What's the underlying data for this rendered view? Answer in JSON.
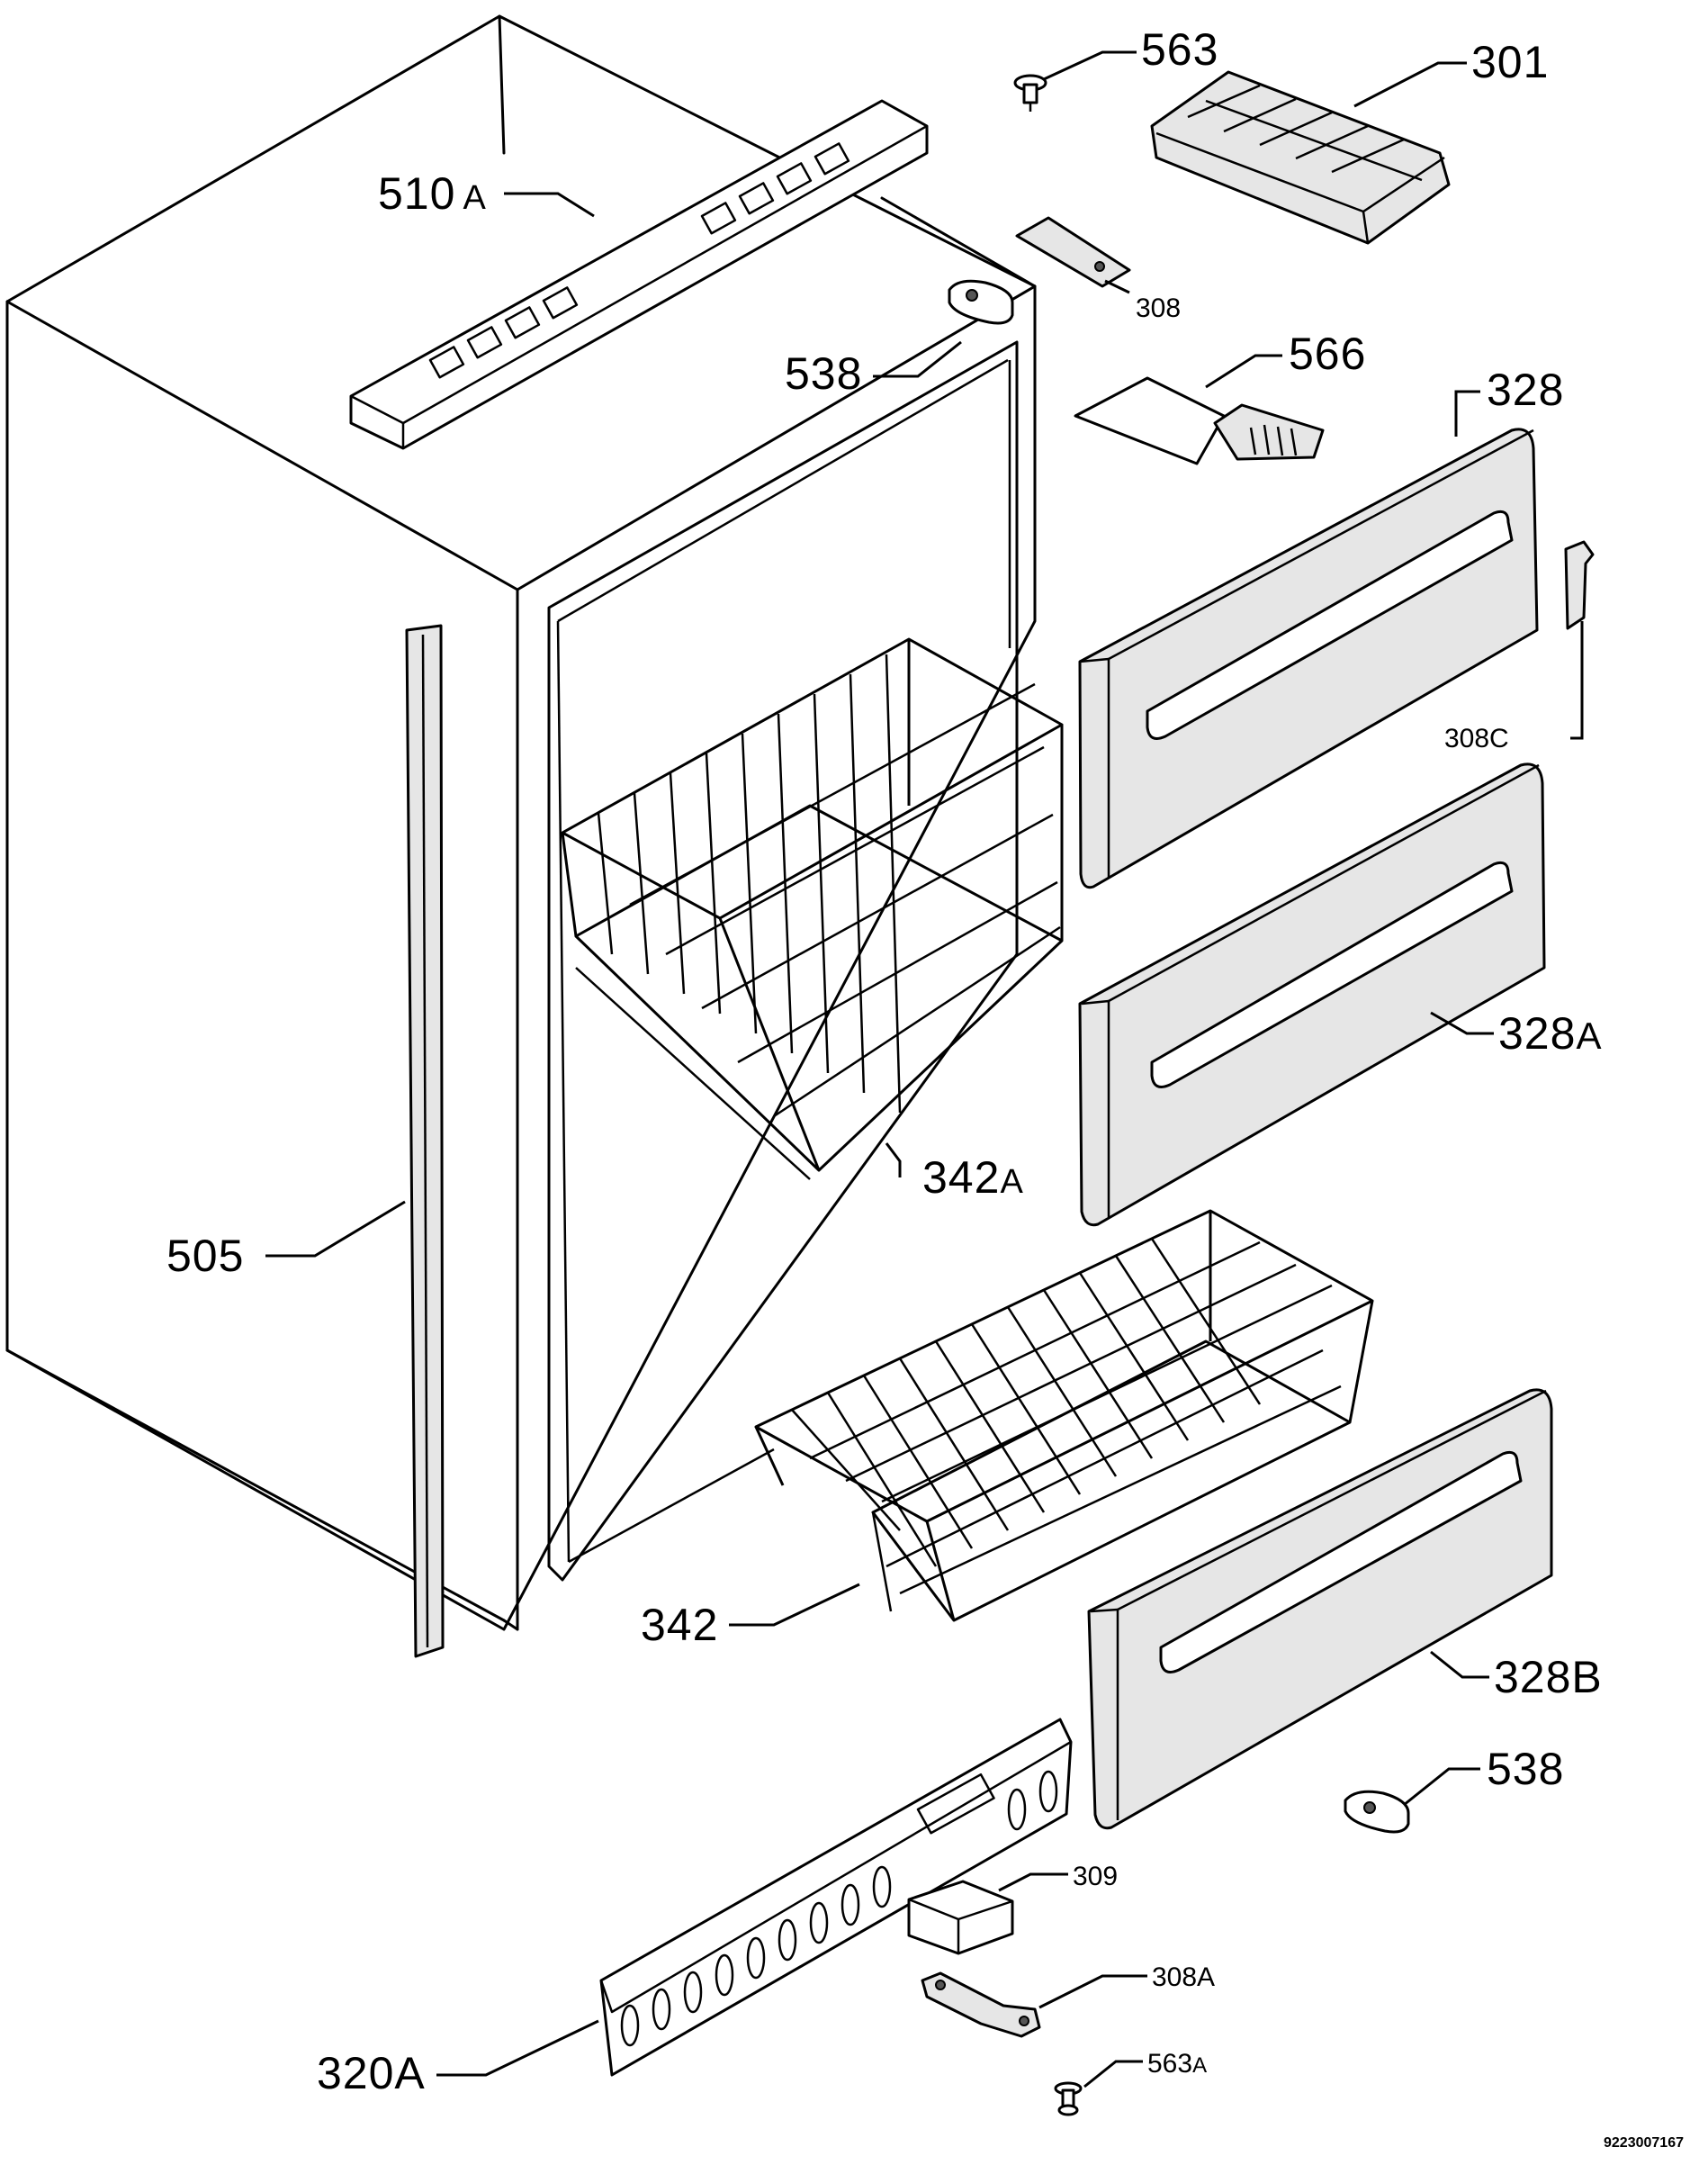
{
  "diagram": {
    "drawing_number": "9223007167",
    "parts": [
      {
        "id": "p563",
        "name": "screw-563",
        "label": "563"
      },
      {
        "id": "p301",
        "name": "ice-cube-tray-301",
        "label": "301"
      },
      {
        "id": "p510A",
        "name": "control-panel-510a",
        "label": "510",
        "suffix": "A"
      },
      {
        "id": "p308",
        "name": "hinge-plate-308",
        "label": "308"
      },
      {
        "id": "p538top",
        "name": "hinge-bushing-538-top",
        "label": "538"
      },
      {
        "id": "p566",
        "name": "ice-scraper-566",
        "label": "566"
      },
      {
        "id": "p328",
        "name": "drawer-front-328",
        "label": "328"
      },
      {
        "id": "p308C",
        "name": "door-hinge-308c",
        "label": "308C"
      },
      {
        "id": "p328A",
        "name": "drawer-front-328a",
        "label": "328",
        "suffix": "A"
      },
      {
        "id": "p342A",
        "name": "wire-basket-342a",
        "label": "342",
        "suffix": "A"
      },
      {
        "id": "p505",
        "name": "side-trim-505",
        "label": "505"
      },
      {
        "id": "p342",
        "name": "wire-basket-342",
        "label": "342"
      },
      {
        "id": "p328B",
        "name": "drawer-front-328b",
        "label": "328B"
      },
      {
        "id": "p538bot",
        "name": "hinge-bushing-538-bottom",
        "label": "538"
      },
      {
        "id": "p309",
        "name": "spacer-block-309",
        "label": "309"
      },
      {
        "id": "p308A",
        "name": "bottom-hinge-308a",
        "label": "308A"
      },
      {
        "id": "p563A",
        "name": "screw-563a",
        "label": "563",
        "suffix": "A"
      },
      {
        "id": "p320A",
        "name": "kick-plate-320a",
        "label": "320A"
      }
    ]
  }
}
